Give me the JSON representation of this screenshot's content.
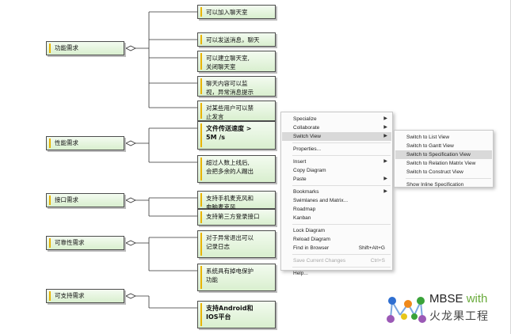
{
  "diagram": {
    "categories": [
      {
        "label": "功能需求"
      },
      {
        "label": "性能需求"
      },
      {
        "label": "接口需求"
      },
      {
        "label": "可靠性需求"
      },
      {
        "label": "可支持需求"
      }
    ],
    "requirements": [
      {
        "text": "可以加入聊天室"
      },
      {
        "text": "可以发送消息，聊天"
      },
      {
        "text": "可以建立聊天室,\n关闭聊天室"
      },
      {
        "text": "聊天内容可以监\n视，异常消息提示"
      },
      {
        "text": "对某些用户可以禁\n止发言"
      },
      {
        "text": "文件传送速度 >\n5M /s"
      },
      {
        "text": "超过人数上线后,\n会把多余的人踢出"
      },
      {
        "text": "支持手机麦克风和\n电脑麦克风"
      },
      {
        "text": "支持第三方登录接口"
      },
      {
        "text": "对于异常退出可以\n记录日志"
      },
      {
        "text": "系统具有掉电保护\n功能"
      },
      {
        "text": "支持Android和\nIOS平台"
      }
    ]
  },
  "context_menu": {
    "items": [
      {
        "label": "Specialize",
        "submenu": true
      },
      {
        "label": "Collaborate",
        "submenu": true
      },
      {
        "label": "Switch View",
        "submenu": true,
        "highlighted": true
      },
      {
        "separator": true
      },
      {
        "label": "Properties..."
      },
      {
        "separator": true
      },
      {
        "label": "Insert",
        "submenu": true
      },
      {
        "label": "Copy Diagram"
      },
      {
        "label": "Paste",
        "submenu": true
      },
      {
        "separator": true
      },
      {
        "label": "Bookmarks",
        "submenu": true
      },
      {
        "label": "Swimlanes and Matrix..."
      },
      {
        "label": "Roadmap"
      },
      {
        "label": "Kanban"
      },
      {
        "separator": true
      },
      {
        "label": "Lock Diagram"
      },
      {
        "label": "Reload Diagram"
      },
      {
        "label": "Find in Browser",
        "shortcut": "Shift+Alt+G"
      },
      {
        "separator": true
      },
      {
        "label": "Save Current Changes",
        "shortcut": "Ctrl+S",
        "disabled": true
      },
      {
        "separator": true
      },
      {
        "label": "Help..."
      }
    ]
  },
  "submenu": {
    "items": [
      {
        "label": "Switch to List View"
      },
      {
        "label": "Switch to Gantt View"
      },
      {
        "label": "Switch to Specification View",
        "highlighted": true
      },
      {
        "label": "Switch to Relation Matrix View"
      },
      {
        "label": "Switch to Construct View"
      },
      {
        "separator": true
      },
      {
        "label": "Show Inline Specification"
      }
    ]
  },
  "logo": {
    "line1_a": "MBSE ",
    "line1_b": "with",
    "line2": "火龙果工程",
    "colors": {
      "node_blue": "#2f6fd1",
      "node_orange": "#f08a1c",
      "node_green": "#3aa33a",
      "node_purple": "#9b59b6",
      "node_yellow": "#e7c61a"
    }
  }
}
